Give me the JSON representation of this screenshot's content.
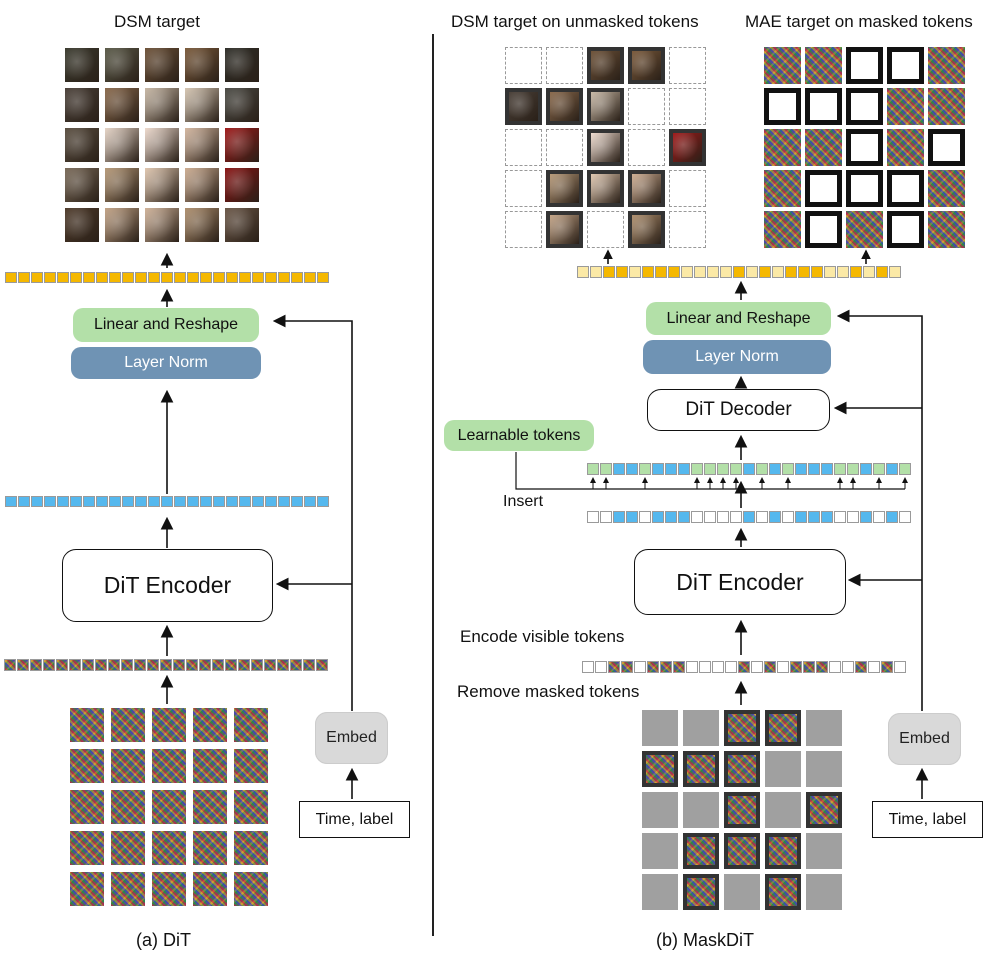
{
  "left": {
    "target_title": "DSM target",
    "linear_reshape": "Linear and Reshape",
    "layer_norm": "Layer Norm",
    "encoder": "DiT Encoder",
    "embed": "Embed",
    "time_label": "Time, label",
    "caption": "(a) DiT"
  },
  "right": {
    "dsm_title": "DSM target on unmasked tokens",
    "mae_title": "MAE target on masked tokens",
    "linear_reshape": "Linear and Reshape",
    "layer_norm": "Layer Norm",
    "decoder": "DiT Decoder",
    "learnable": "Learnable tokens",
    "insert": "Insert",
    "encoder": "DiT Encoder",
    "encode_visible": "Encode visible tokens",
    "remove_masked": "Remove masked tokens",
    "embed": "Embed",
    "time_label": "Time, label",
    "caption": "(b) MaskDiT"
  },
  "mask": [
    [
      0,
      0,
      1,
      1,
      0
    ],
    [
      1,
      1,
      1,
      0,
      0
    ],
    [
      0,
      0,
      1,
      0,
      1
    ],
    [
      0,
      1,
      1,
      1,
      0
    ],
    [
      0,
      1,
      0,
      1,
      0
    ]
  ],
  "colors": {
    "orange_token": "#f5b800",
    "pale_orange_token": "#fbe9a6",
    "blue_token": "#55b8ee",
    "green_token": "#b3e0a8",
    "green_box": "#b3e0a8",
    "layer_norm_box": "#6f93b4",
    "masked_gray": "#a0a0a0"
  }
}
